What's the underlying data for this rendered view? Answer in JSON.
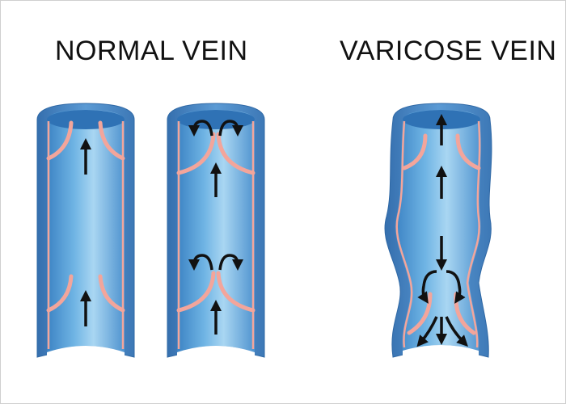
{
  "titles": {
    "normal": "NORMAL VEIN",
    "varicose": "VARICOSE VEIN"
  },
  "colors": {
    "outer_wall": "#4f8fcf",
    "outer_wall_dark": "#356fae",
    "lumen_dark": "#3c83c4",
    "lumen_mid": "#5aa6dc",
    "lumen_light": "#a9d6f2",
    "inner_cut": "#2f72b5",
    "valve": "#f3a59b",
    "arrow": "#111111",
    "frame": "#cfcfcf"
  },
  "panels": [
    {
      "id": "normal-vein-open-valves",
      "group": "normal",
      "valve_state": "open",
      "flow": "upward"
    },
    {
      "id": "normal-vein-closed-valves",
      "group": "normal",
      "valve_state": "closed",
      "flow": "upward, reflux blocked at valves"
    },
    {
      "id": "varicose-vein",
      "group": "varicose",
      "valve_state": "incompetent",
      "flow": "upward then backward, pooling"
    }
  ]
}
